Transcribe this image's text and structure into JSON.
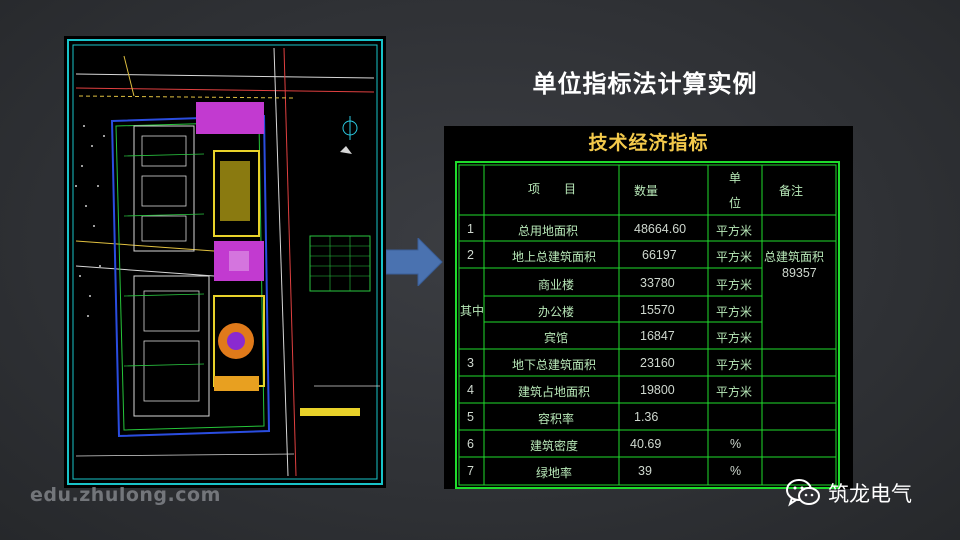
{
  "title": "单位指标法计算实例",
  "table": {
    "title": "技术经济指标",
    "headers": {
      "item": "项　　目",
      "qty": "数量",
      "unit_top": "单",
      "unit_bottom": "位",
      "remark": "备注"
    },
    "rows": [
      {
        "no": "1",
        "name": "总用地面积",
        "qty": "48664.60",
        "unit": "平方米"
      },
      {
        "no": "2",
        "name": "地上总建筑面积",
        "qty": "66197",
        "unit": "平方米"
      },
      {
        "no": "",
        "name": "商业楼",
        "qty": "33780",
        "unit": "平方米"
      },
      {
        "no": "",
        "name": "办公楼",
        "qty": "15570",
        "unit": "平方米"
      },
      {
        "no": "",
        "name": "宾馆",
        "qty": "16847",
        "unit": "平方米"
      },
      {
        "no": "3",
        "name": "地下总建筑面积",
        "qty": "23160",
        "unit": "平方米"
      },
      {
        "no": "4",
        "name": "建筑占地面积",
        "qty": "19800",
        "unit": "平方米"
      },
      {
        "no": "5",
        "name": "容积率",
        "qty": "1.36",
        "unit": ""
      },
      {
        "no": "6",
        "name": "建筑密度",
        "qty": "40.69",
        "unit": "%"
      },
      {
        "no": "7",
        "name": "绿地率",
        "qty": "39",
        "unit": "%"
      }
    ],
    "group_label": "其中",
    "remark_line1": "总建筑面积",
    "remark_line2": "89357"
  },
  "watermark": "edu.zhulong.com",
  "brand": {
    "name": "筑龙电气",
    "icon": "wechat-icon"
  },
  "colors": {
    "table_border": "#1fdc2c",
    "title_gold": "#f3c94b",
    "arrow": "#4a72b0",
    "cad_frame": "#19c3c9"
  }
}
